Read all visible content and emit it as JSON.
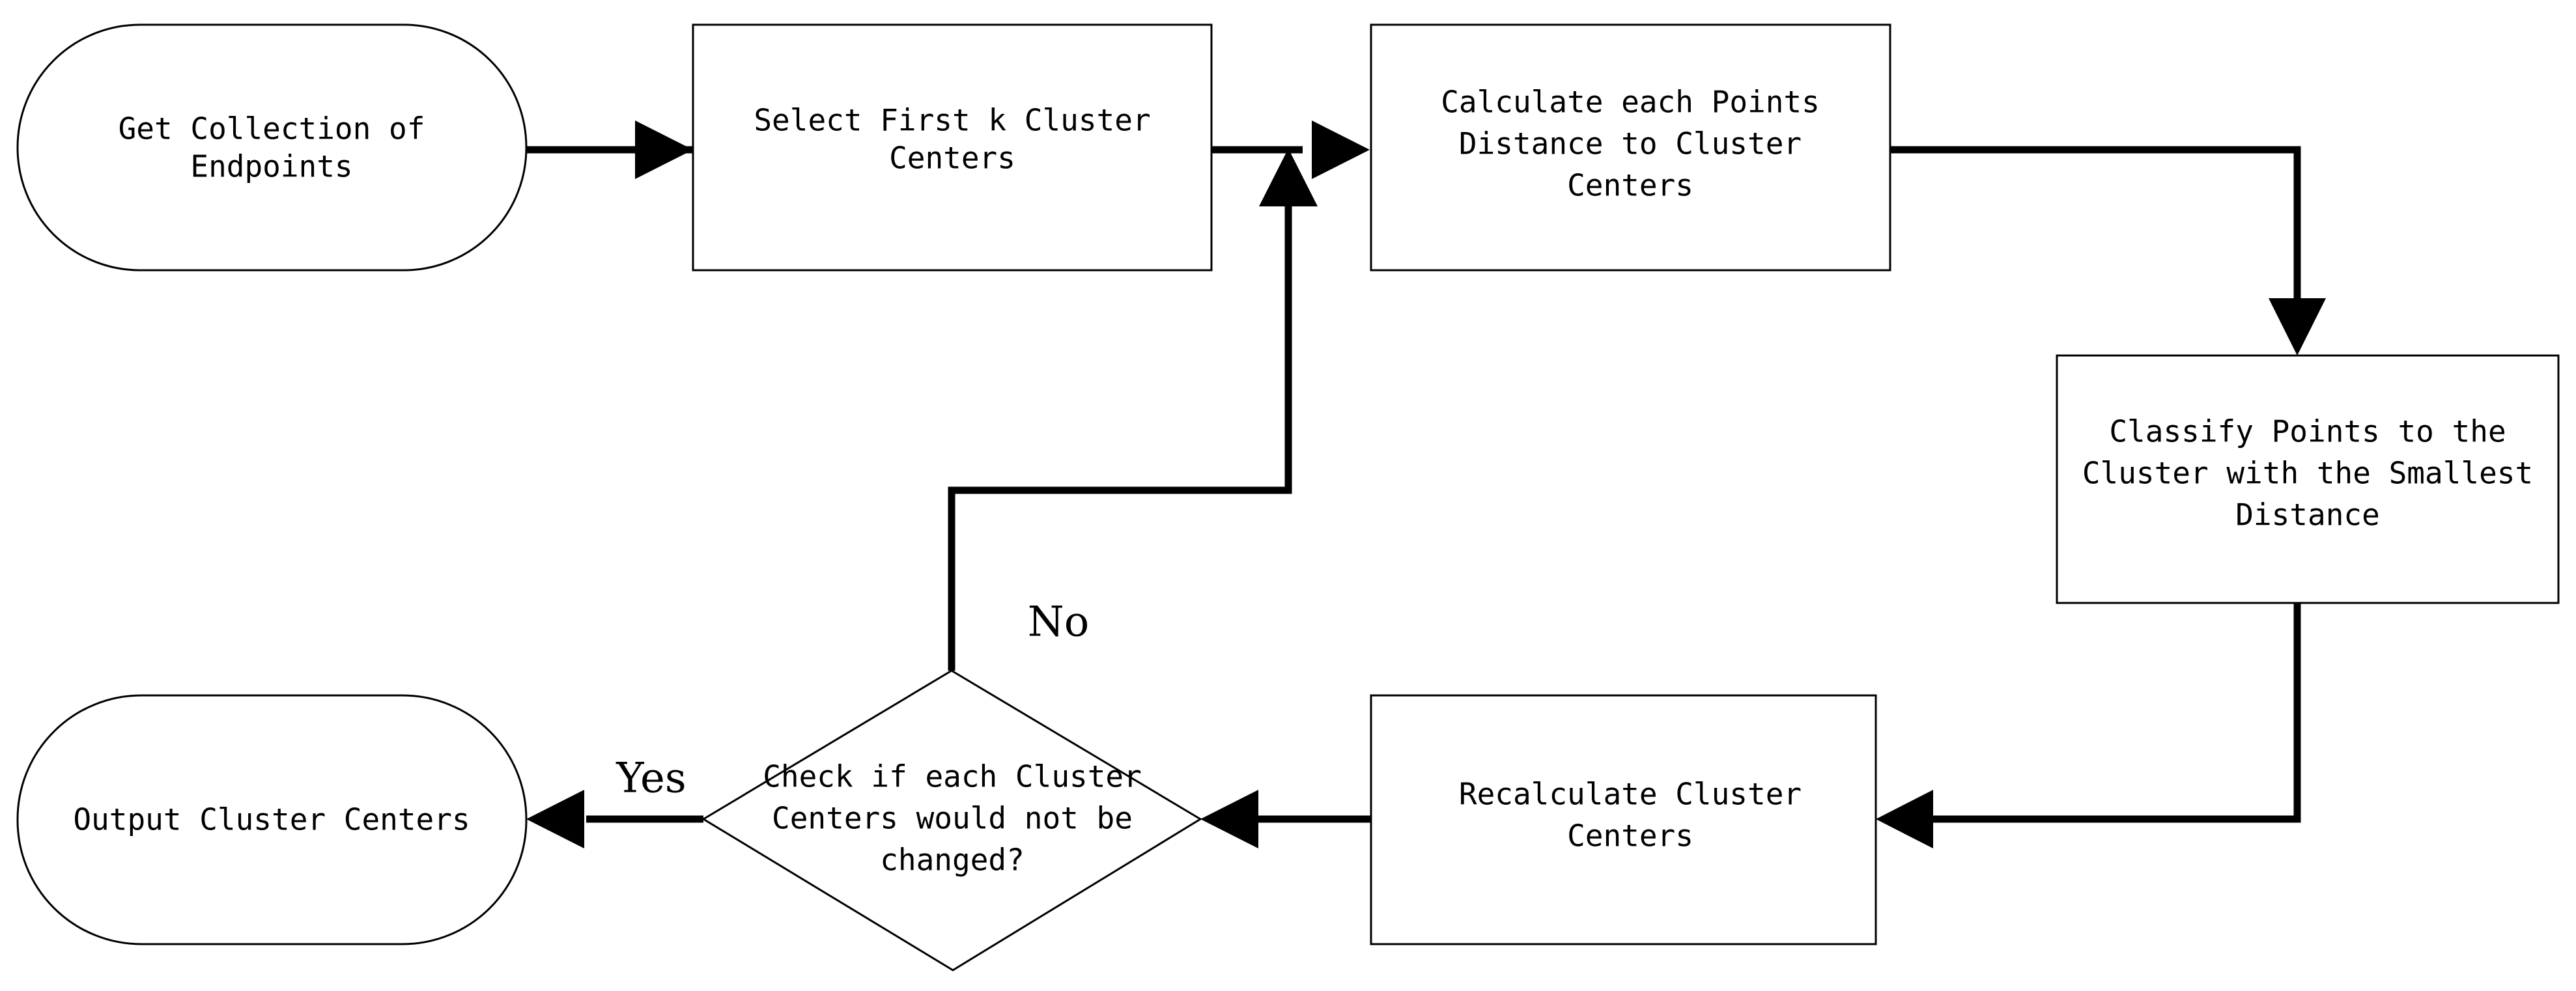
{
  "diagram": {
    "title": "k-means Clustering Flowchart",
    "type": "flowchart",
    "background_color": "#ffffff",
    "line_color": "#000000",
    "text_color": "#000000",
    "nodes": [
      {
        "id": "get-collection",
        "shape": "stadium",
        "lines": [
          "Get Collection of",
          "Endpoints"
        ]
      },
      {
        "id": "select-centers",
        "shape": "rectangle",
        "lines": [
          "Select First k Cluster",
          "Centers"
        ]
      },
      {
        "id": "calculate-distance",
        "shape": "rectangle",
        "lines": [
          "Calculate each Points",
          "Distance to Cluster",
          "Centers"
        ]
      },
      {
        "id": "classify-points",
        "shape": "rectangle",
        "lines": [
          "Classify Points to the",
          "Cluster with the Smallest",
          "Distance"
        ]
      },
      {
        "id": "recalculate-centers",
        "shape": "rectangle",
        "lines": [
          "Recalculate Cluster",
          "Centers"
        ]
      },
      {
        "id": "check-decision",
        "shape": "diamond",
        "lines": [
          "Check if each Cluster",
          "Centers would not be",
          "changed?"
        ]
      },
      {
        "id": "output-centers",
        "shape": "stadium",
        "lines": [
          "Output Cluster Centers"
        ]
      }
    ],
    "edge_labels": {
      "no": "No",
      "yes": "Yes"
    }
  }
}
